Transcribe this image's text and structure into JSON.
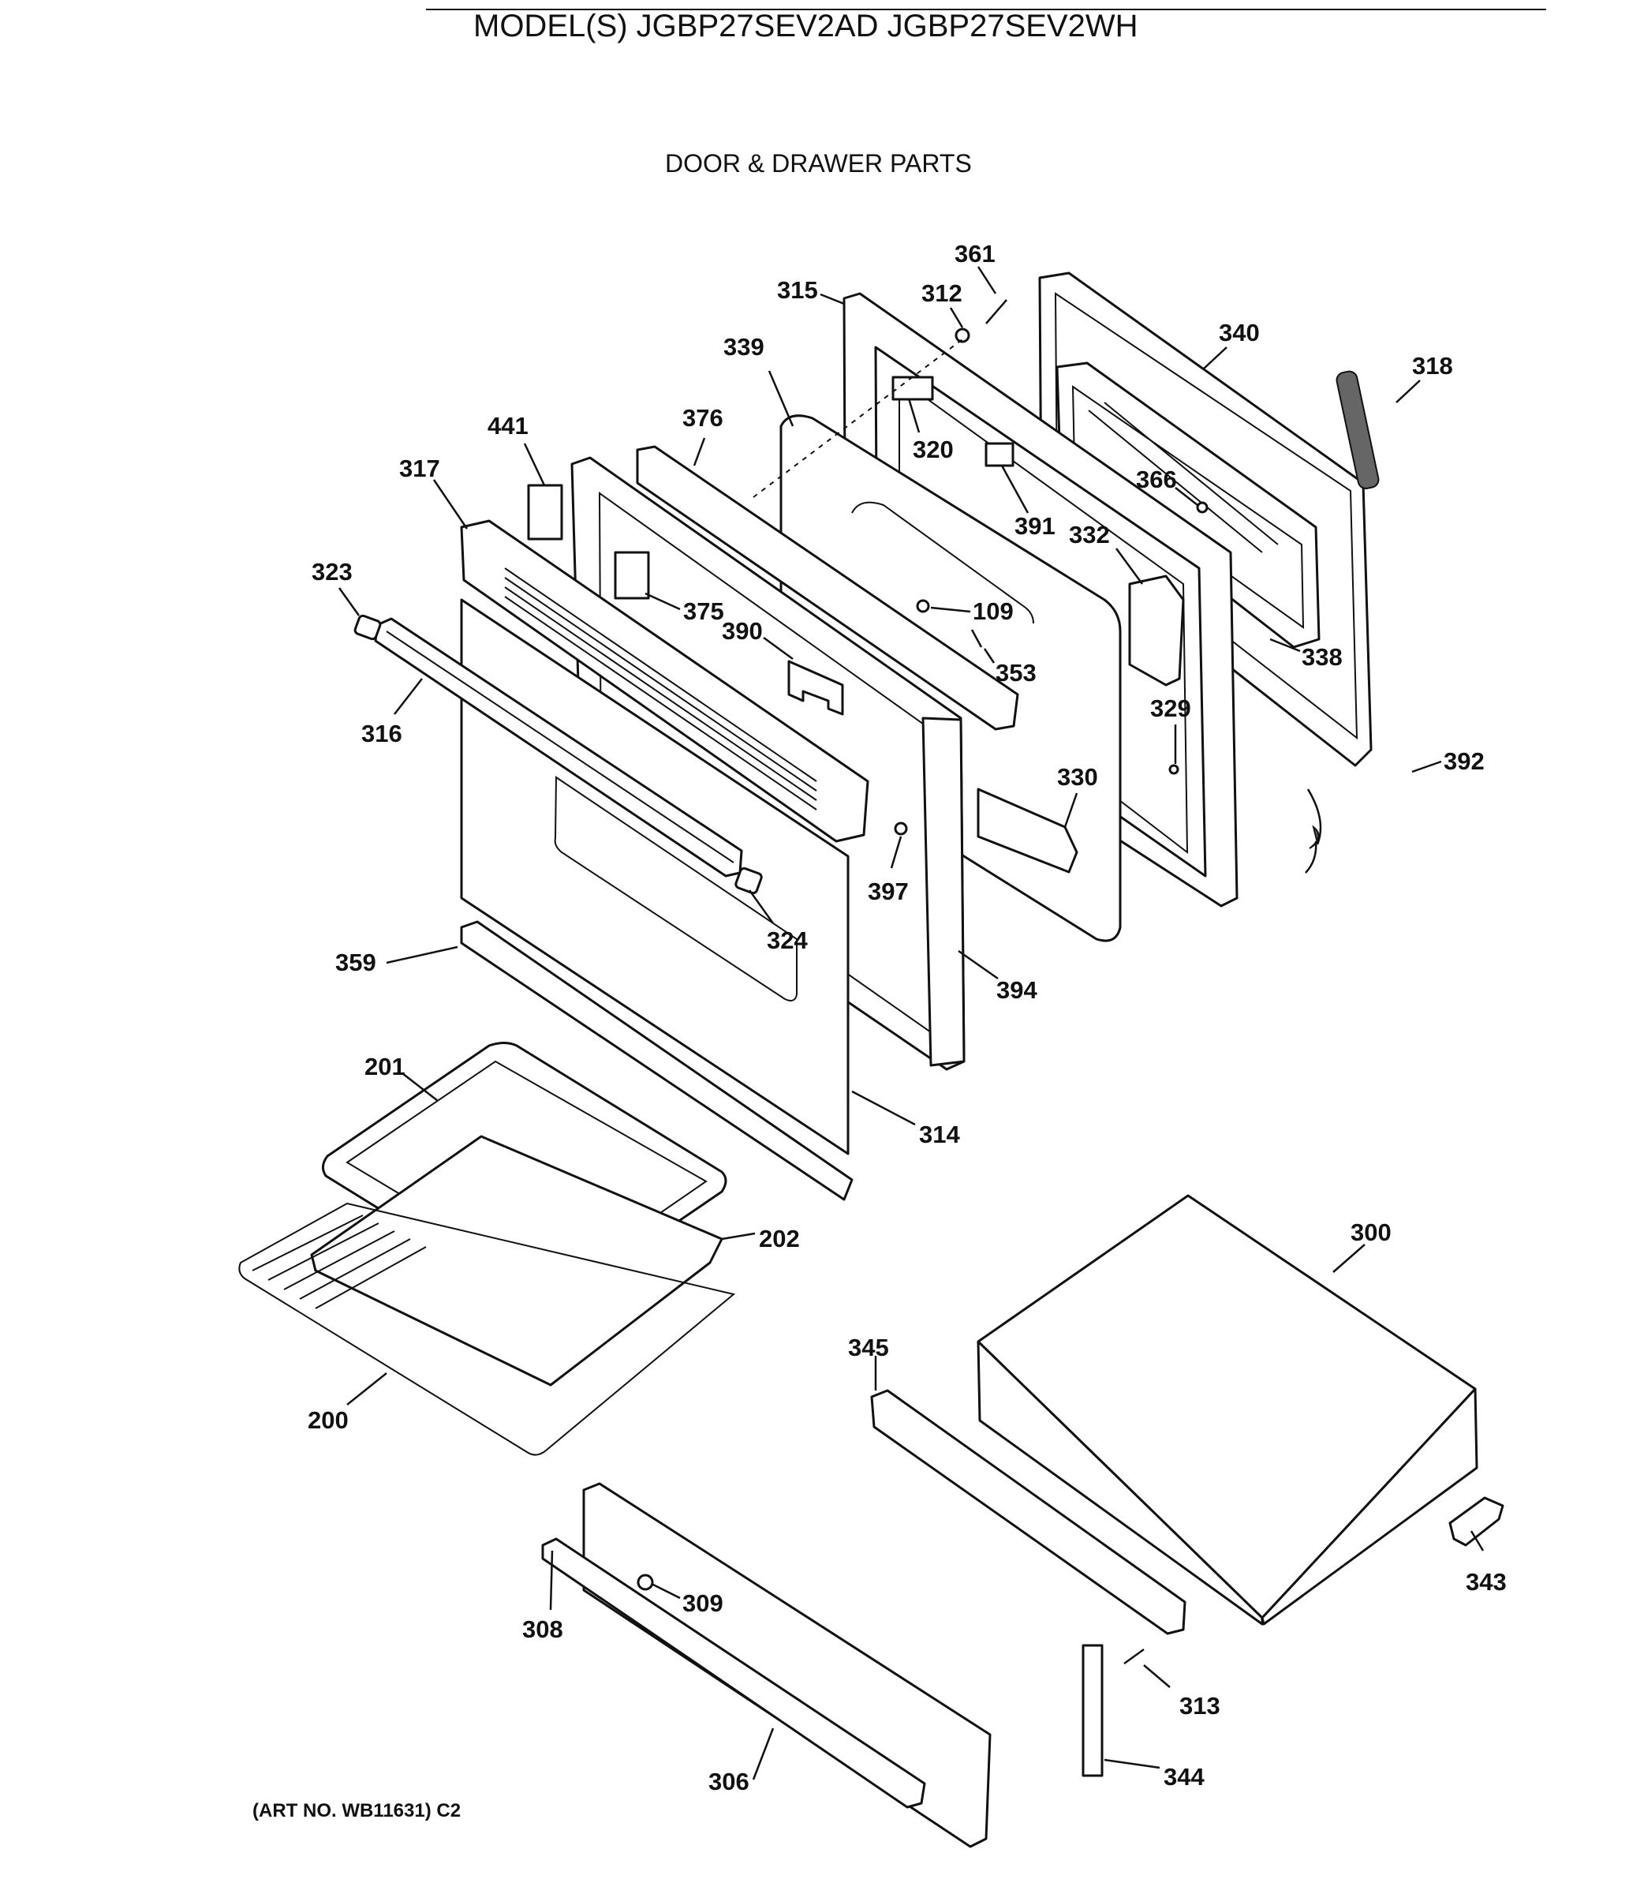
{
  "header": {
    "title": "MODEL(S) JGBP27SEV2AD JGBP27SEV2WH",
    "subtitle": "DOOR & DRAWER PARTS"
  },
  "footer": {
    "art_number": "(ART NO. WB11631) C2"
  },
  "callouts": {
    "p361": "361",
    "p315": "315",
    "p312": "312",
    "p340": "340",
    "p318": "318",
    "p339": "339",
    "p376": "376",
    "p441": "441",
    "p320": "320",
    "p317": "317",
    "p366": "366",
    "p391": "391",
    "p332": "332",
    "p323": "323",
    "p109": "109",
    "p375": "375",
    "p390": "390",
    "p338": "338",
    "p353": "353",
    "p316": "316",
    "p329": "329",
    "p392": "392",
    "p330": "330",
    "p397": "397",
    "p324": "324",
    "p359": "359",
    "p394": "394",
    "p201": "201",
    "p314": "314",
    "p202": "202",
    "p300": "300",
    "p345": "345",
    "p200": "200",
    "p343": "343",
    "p309": "309",
    "p308": "308",
    "p313": "313",
    "p306": "306",
    "p344": "344"
  }
}
